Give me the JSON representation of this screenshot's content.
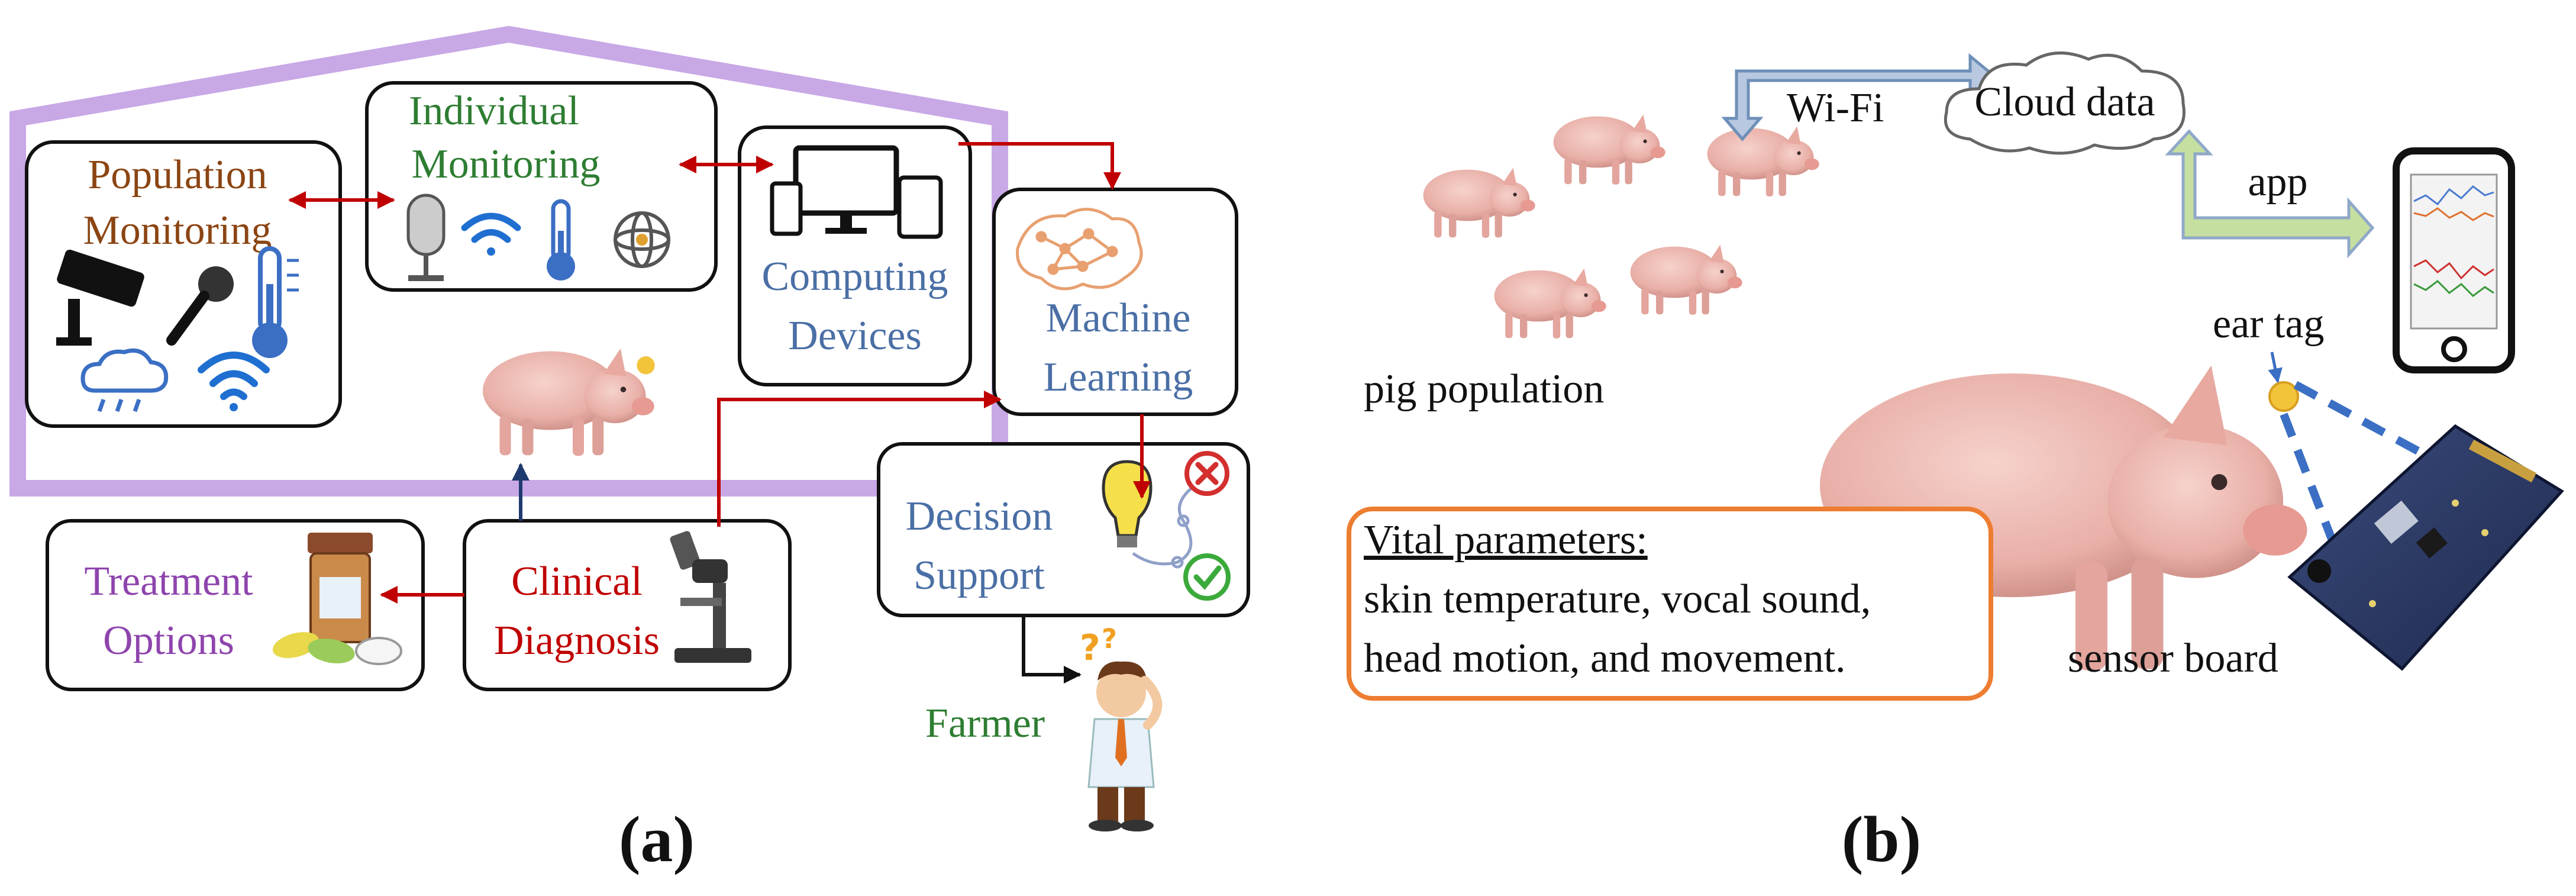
{
  "panel_a": {
    "caption": "(a)",
    "population_monitoring": [
      "Population",
      "Monitoring"
    ],
    "individual_monitoring": [
      "Individual",
      "Monitoring"
    ],
    "computing_devices": [
      "Computing",
      "Devices"
    ],
    "machine_learning": [
      "Machine",
      "Learning"
    ],
    "decision_support": [
      "Decision",
      "Support"
    ],
    "clinical_diagnosis": [
      "Clinical",
      "Diagnosis"
    ],
    "treatment_options": [
      "Treatment",
      "Options"
    ],
    "farmer": "Farmer"
  },
  "panel_b": {
    "caption": "(b)",
    "wifi": "Wi-Fi",
    "cloud_data": "Cloud data",
    "app": "app",
    "ear_tag": "ear tag",
    "pig_population": "pig population",
    "sensor_board": "sensor board",
    "vital_title": "Vital parameters:",
    "vital_lines": [
      "skin temperature, vocal sound,",
      "head motion, and movement."
    ]
  },
  "colors": {
    "brown": "#8B4513",
    "green": "#2E7D32",
    "blue": "#4A6FA5",
    "purple": "#8E44AD",
    "red": "#C00000",
    "barn": "#C9A8E6",
    "orange": "#ED7D31",
    "dashed_blue": "#3B6FC4"
  }
}
